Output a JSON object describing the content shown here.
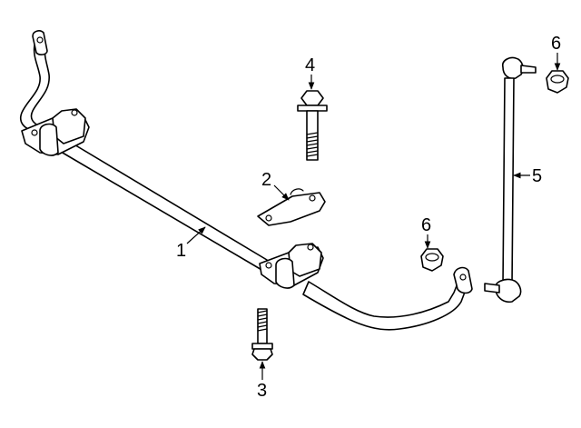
{
  "callouts": [
    {
      "id": "c1",
      "label": "1"
    },
    {
      "id": "c2",
      "label": "2"
    },
    {
      "id": "c3",
      "label": "3"
    },
    {
      "id": "c4",
      "label": "4"
    },
    {
      "id": "c5",
      "label": "5"
    },
    {
      "id": "c6a",
      "label": "6"
    },
    {
      "id": "c6b",
      "label": "6"
    }
  ]
}
